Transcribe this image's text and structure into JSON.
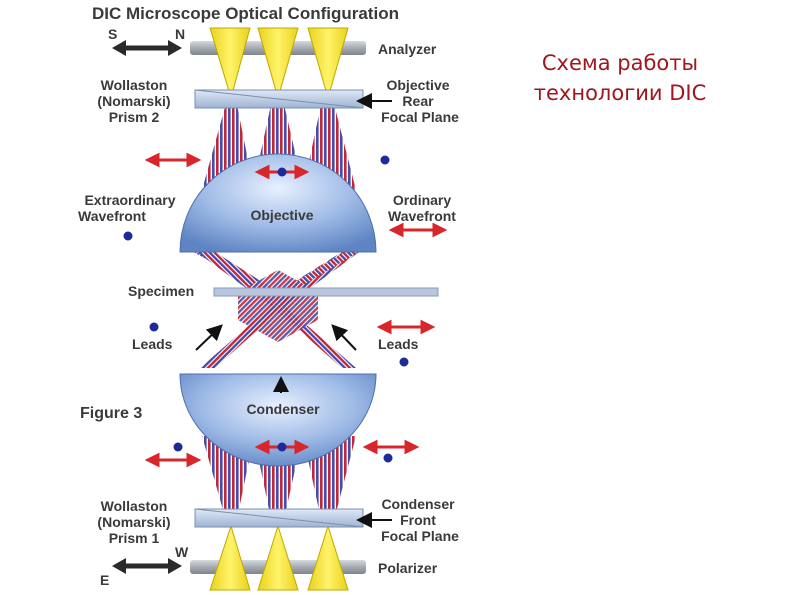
{
  "diagram": {
    "title": "DIC Microscope Optical Configuration",
    "analyzer": "Analyzer",
    "polarizer": "Polarizer",
    "north": "N",
    "south": "S",
    "west": "W",
    "east": "E",
    "prism2": [
      "Wollaston",
      "(Nomarski)",
      "Prism 2"
    ],
    "prism1": [
      "Wollaston",
      "(Nomarski)",
      "Prism 1"
    ],
    "objective_rear": [
      "Objective",
      "Rear",
      "Focal Plane"
    ],
    "condenser_front": [
      "Condenser",
      "Front",
      "Focal Plane"
    ],
    "extraordinary": [
      "Extraordinary",
      "Wavefront"
    ],
    "ordinary": [
      "Ordinary",
      "Wavefront"
    ],
    "objective": "Objective",
    "condenser": "Condenser",
    "specimen": "Specimen",
    "leads_left": "Leads",
    "leads_right": "Leads",
    "figure_label": "Figure 3",
    "colors": {
      "beam_red": "#c0283a",
      "beam_blue": "#4a4aa8",
      "arrow_red": "#d8262b",
      "dot_blue": "#1c2a9a",
      "lens": "#7aa0d8",
      "cone_yellow": "#f5e633",
      "plate_gray": "#a9aeb4"
    }
  },
  "caption": {
    "line1": "Схема работы",
    "line2": "технологии DIC"
  }
}
